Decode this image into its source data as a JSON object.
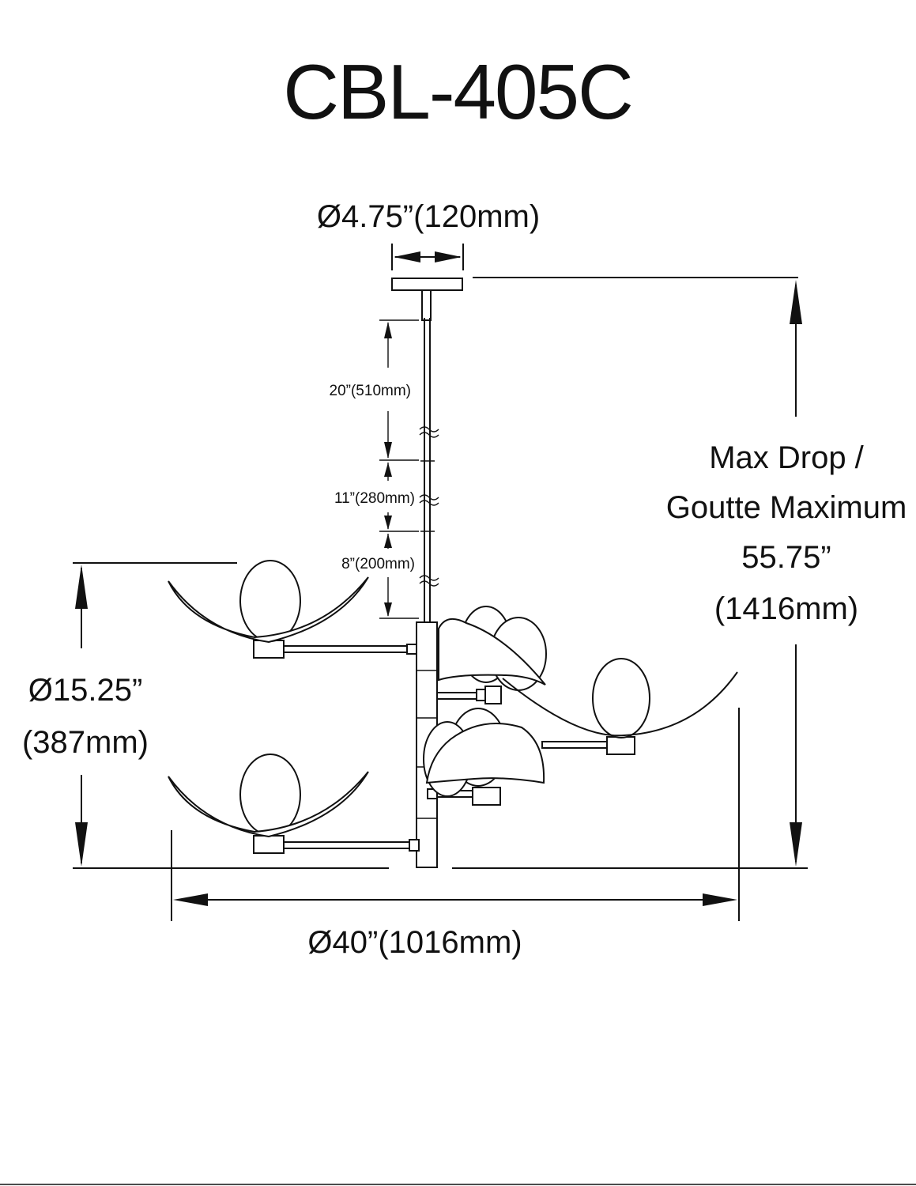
{
  "title": "CBL-405C",
  "dimensions": {
    "canopy_diameter": "Ø4.75”(120mm)",
    "rod_1": "20”(510mm)",
    "rod_2": "11”(280mm)",
    "rod_3": "8”(200mm)",
    "max_drop": {
      "line1": "Max Drop /",
      "line2": "Goutte Maximum",
      "line3": "55.75”",
      "line4": "(1416mm)"
    },
    "height": {
      "line1": "Ø15.25”",
      "line2": "(387mm)"
    },
    "overall_diameter": "Ø40”(1016mm)"
  },
  "colors": {
    "ink": "#111111",
    "background": "#ffffff"
  }
}
